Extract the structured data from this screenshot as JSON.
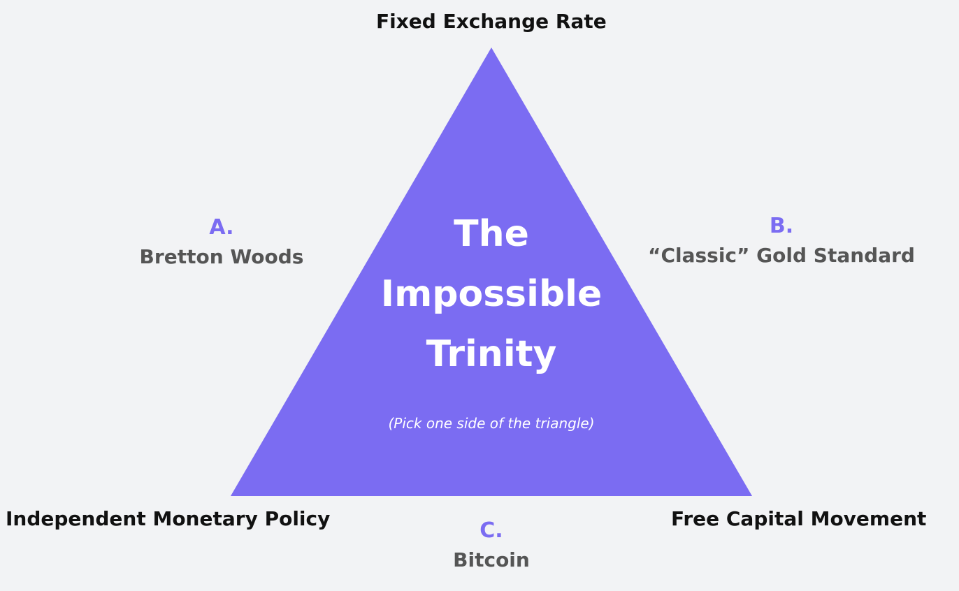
{
  "colors": {
    "triangle": "#7b6cf2",
    "background": "#f2f3f5",
    "letter": "#7b6cf2",
    "option_text": "#555555"
  },
  "title_lines": [
    "The",
    "Impossible",
    "Trinity"
  ],
  "subtitle": "(Pick one side of the triangle)",
  "corners": {
    "top": "Fixed Exchange Rate",
    "bottom_left": "Independent Monetary Policy",
    "bottom_right": "Free Capital Movement"
  },
  "options": [
    {
      "letter": "A.",
      "label": "Bretton Woods"
    },
    {
      "letter": "B.",
      "label": "“Classic” Gold Standard"
    },
    {
      "letter": "C.",
      "label": "Bitcoin"
    }
  ]
}
